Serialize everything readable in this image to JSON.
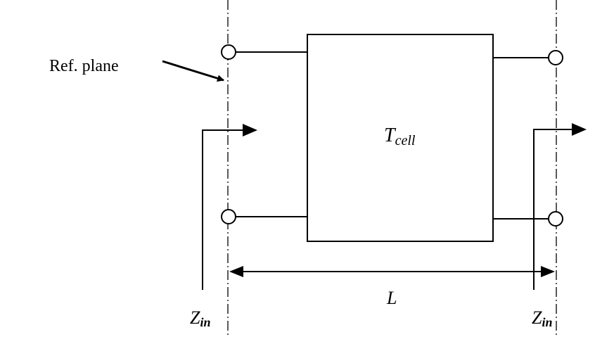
{
  "labels": {
    "ref_plane": "Ref. plane",
    "cell_main": "T",
    "cell_sub": "cell",
    "length": "L",
    "zin_left_main": "Z",
    "zin_left_sub": "in",
    "zin_right_main": "Z",
    "zin_right_sub": "in"
  },
  "colors": {
    "stroke": "#000000",
    "background": "#ffffff"
  }
}
